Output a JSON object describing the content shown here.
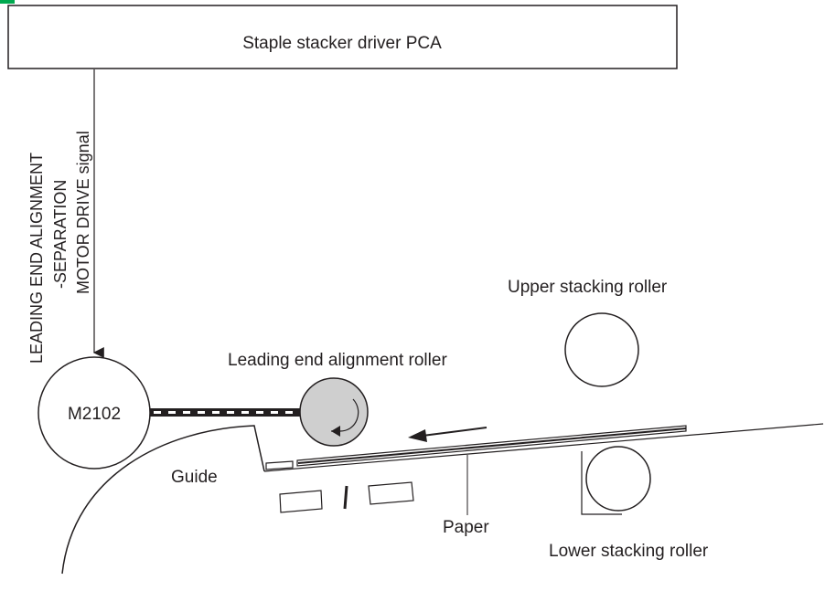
{
  "pca": {
    "label": "Staple stacker driver PCA"
  },
  "signal": {
    "line1": "LEADING END ALIGNMENT",
    "line2": "-SEPARATION",
    "line3": "MOTOR DRIVE signal"
  },
  "motor": {
    "label": "M2102"
  },
  "rollers": {
    "upper_stacking": "Upper stacking roller",
    "leading_end_alignment": "Leading end alignment roller",
    "lower_stacking": "Lower stacking roller"
  },
  "parts": {
    "guide": "Guide",
    "paper": "Paper"
  },
  "colors": {
    "line": "#231f20",
    "roller_fill": "#cfcfcf",
    "accent": "#00a94f"
  }
}
